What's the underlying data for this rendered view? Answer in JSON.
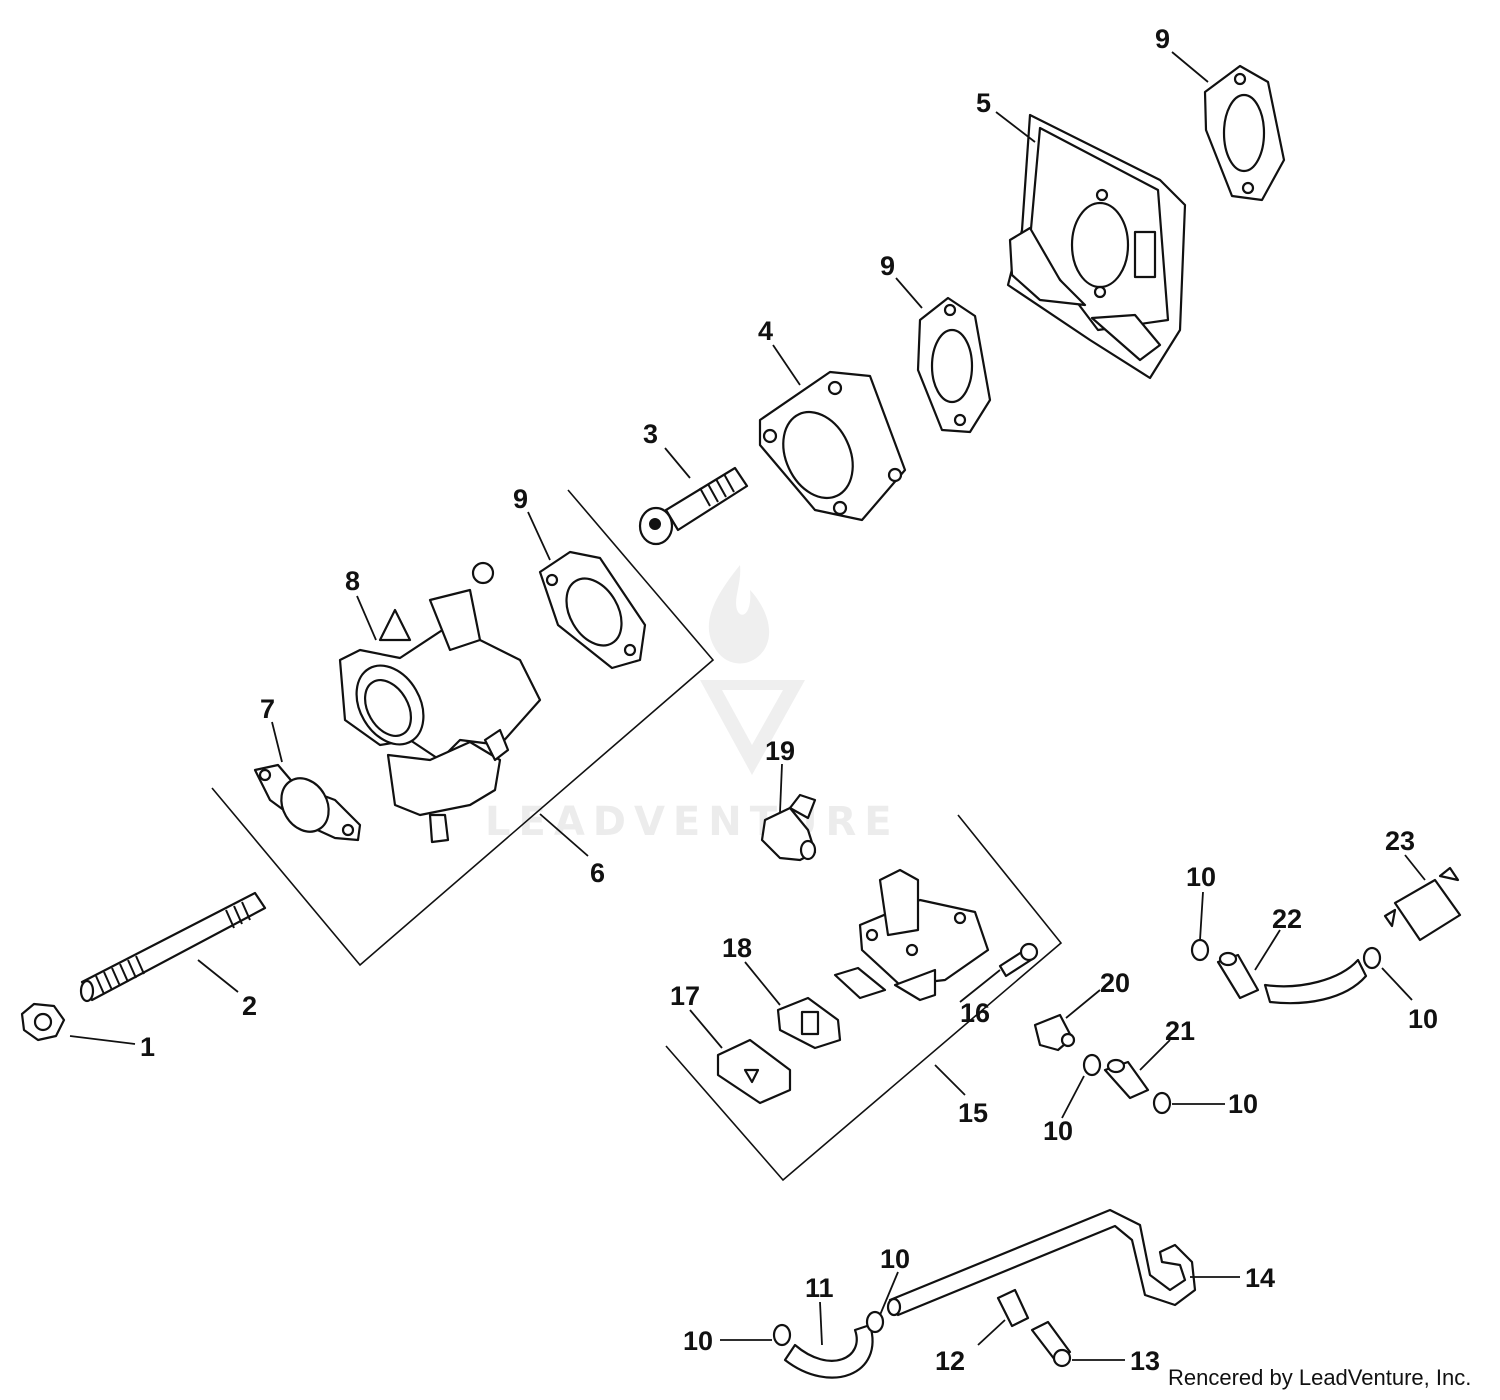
{
  "watermark": {
    "text": "LEADVENTURE"
  },
  "credit": "Rencered by LeadVenture, Inc.",
  "callouts": [
    {
      "id": "c1",
      "label": "1"
    },
    {
      "id": "c2",
      "label": "2"
    },
    {
      "id": "c3",
      "label": "3"
    },
    {
      "id": "c4",
      "label": "4"
    },
    {
      "id": "c5",
      "label": "5"
    },
    {
      "id": "c6",
      "label": "6"
    },
    {
      "id": "c7",
      "label": "7"
    },
    {
      "id": "c8",
      "label": "8"
    },
    {
      "id": "c9a",
      "label": "9"
    },
    {
      "id": "c9b",
      "label": "9"
    },
    {
      "id": "c9c",
      "label": "9"
    },
    {
      "id": "c10a",
      "label": "10"
    },
    {
      "id": "c10b",
      "label": "10"
    },
    {
      "id": "c10c",
      "label": "10"
    },
    {
      "id": "c10d",
      "label": "10"
    },
    {
      "id": "c10e",
      "label": "10"
    },
    {
      "id": "c10f",
      "label": "10"
    },
    {
      "id": "c11",
      "label": "11"
    },
    {
      "id": "c12",
      "label": "12"
    },
    {
      "id": "c13",
      "label": "13"
    },
    {
      "id": "c14",
      "label": "14"
    },
    {
      "id": "c15",
      "label": "15"
    },
    {
      "id": "c16",
      "label": "16"
    },
    {
      "id": "c17",
      "label": "17"
    },
    {
      "id": "c18",
      "label": "18"
    },
    {
      "id": "c19",
      "label": "19"
    },
    {
      "id": "c20",
      "label": "20"
    },
    {
      "id": "c21",
      "label": "21"
    },
    {
      "id": "c22",
      "label": "22"
    },
    {
      "id": "c23",
      "label": "23"
    }
  ]
}
